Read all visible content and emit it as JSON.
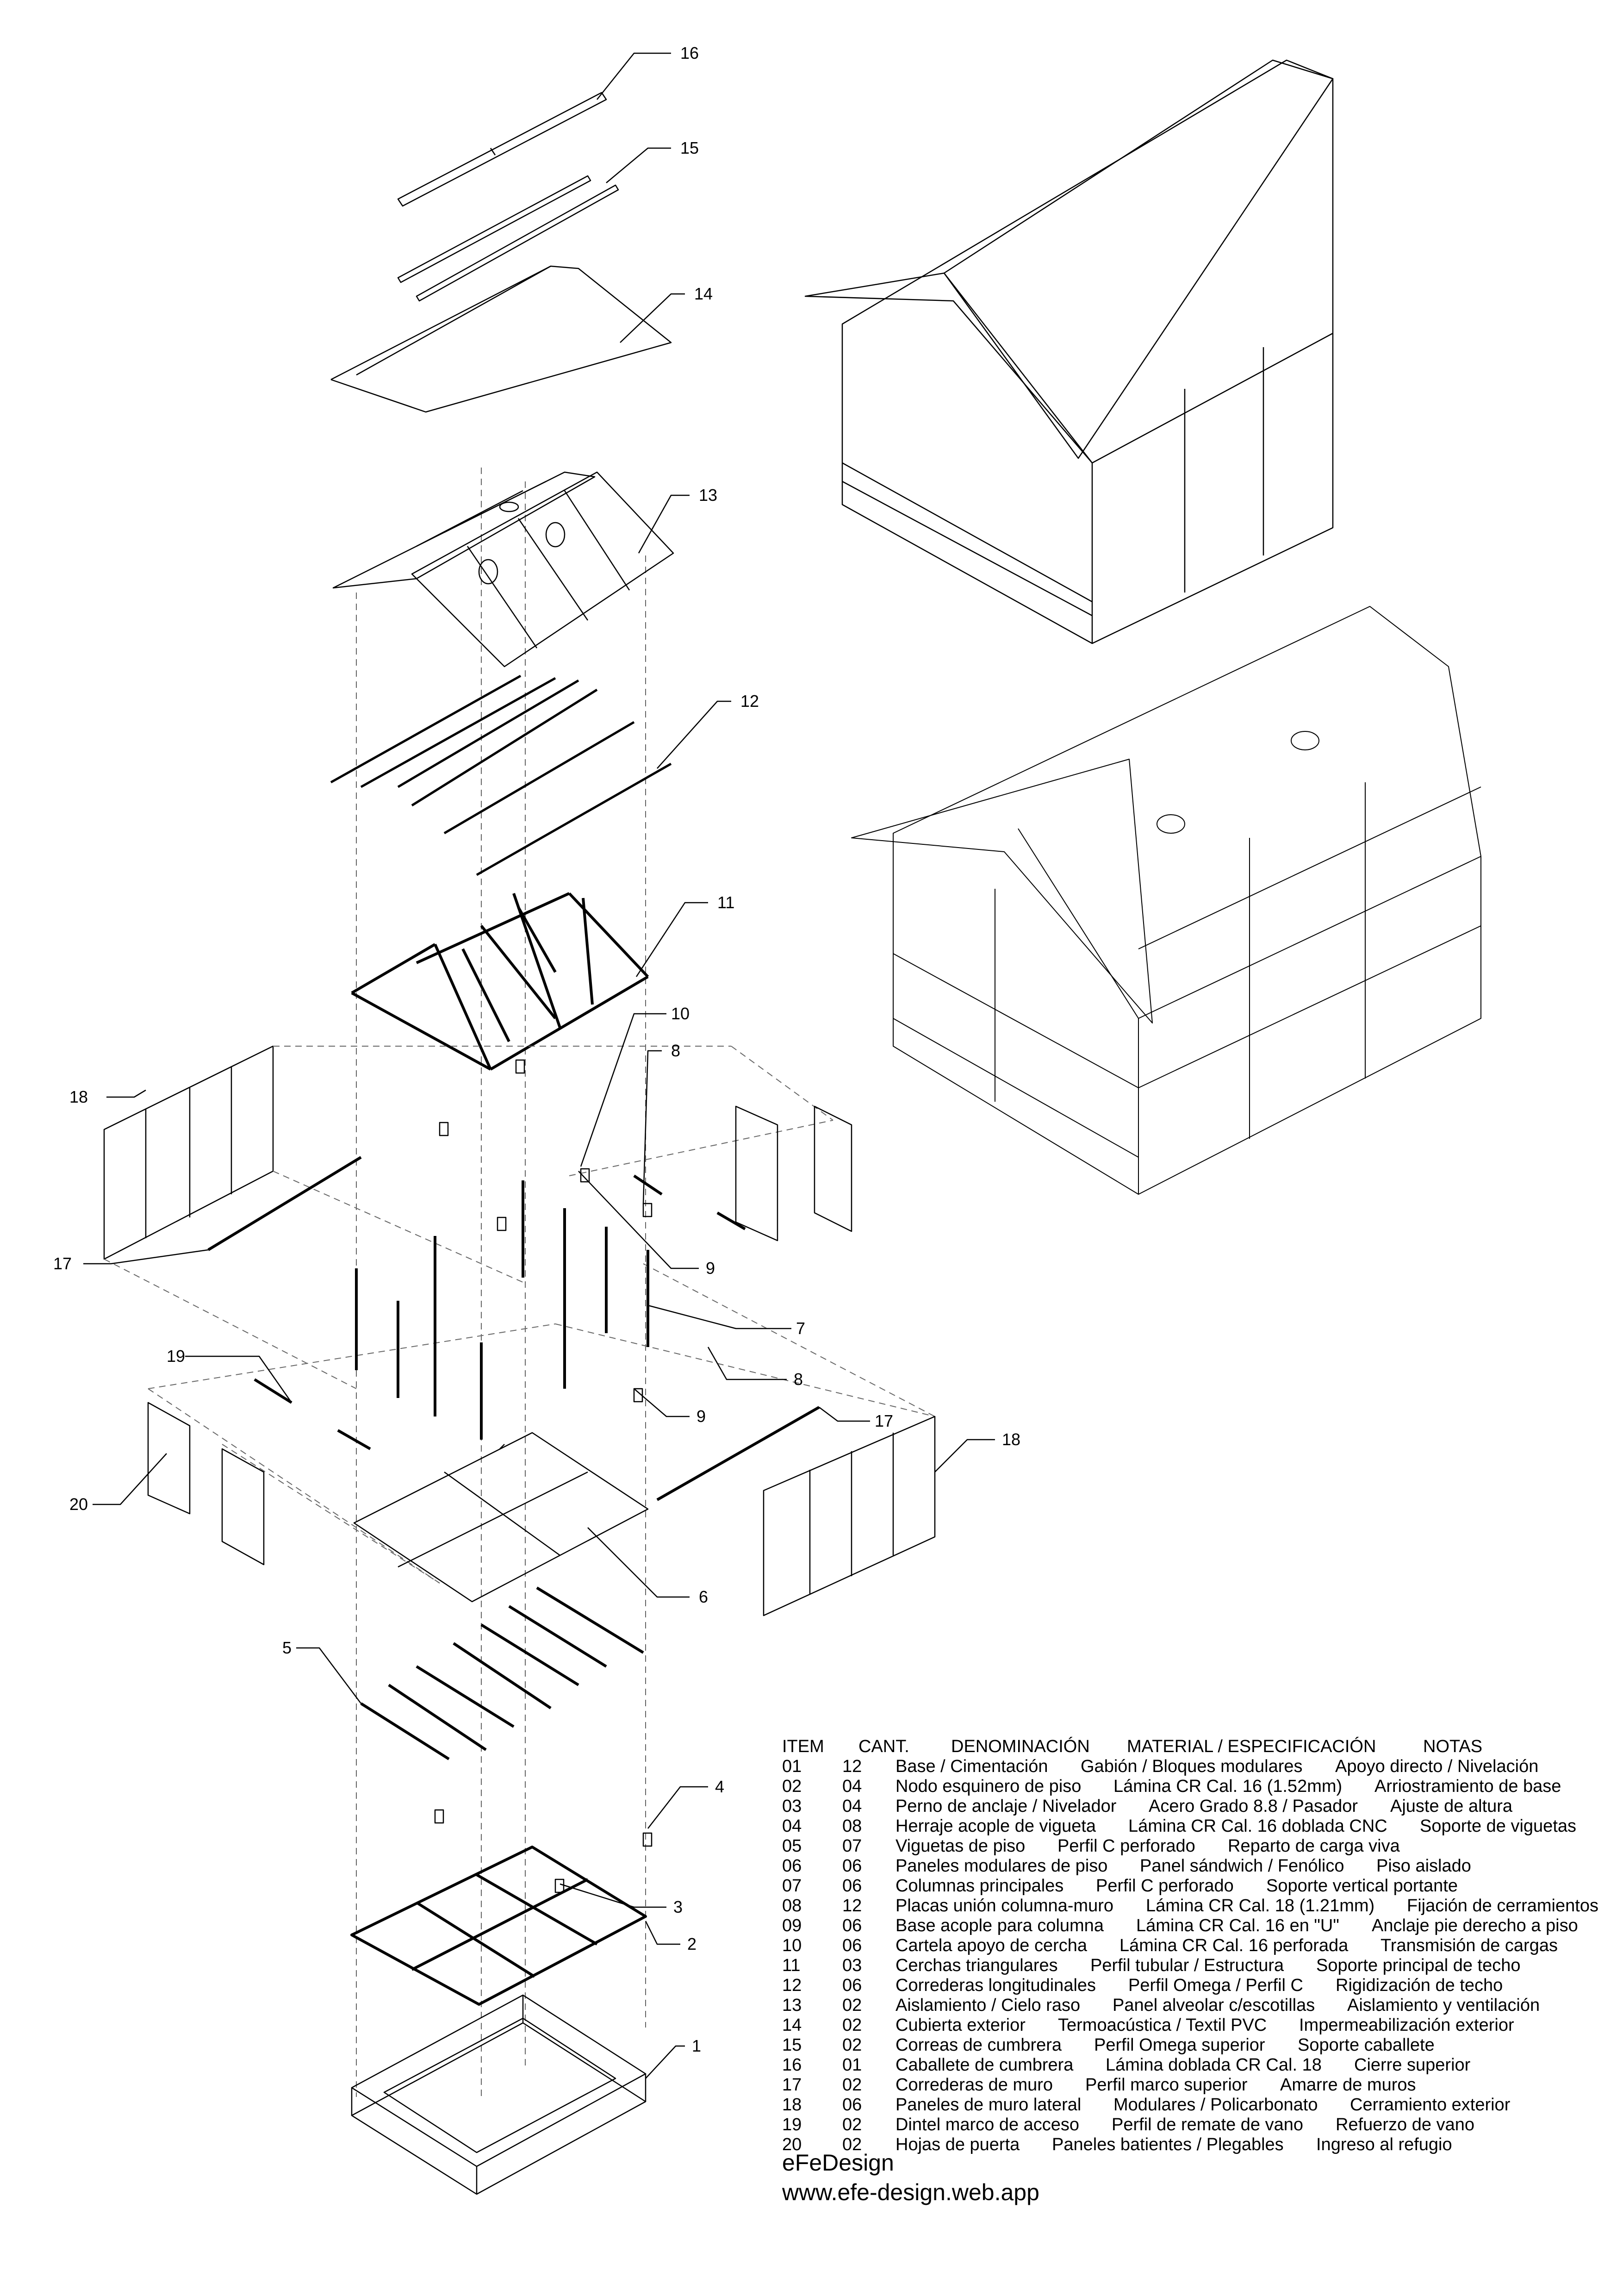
{
  "callouts": [
    {
      "num": "16",
      "id": "caballete"
    },
    {
      "num": "15",
      "id": "correas"
    },
    {
      "num": "14",
      "id": "cubierta"
    },
    {
      "num": "13",
      "id": "aislamiento"
    },
    {
      "num": "12",
      "id": "correderas-long"
    },
    {
      "num": "11",
      "id": "cerchas"
    },
    {
      "num": "10",
      "id": "cartela"
    },
    {
      "num": "8",
      "id": "placas-top"
    },
    {
      "num": "18",
      "id": "paneles-left"
    },
    {
      "num": "17",
      "id": "correderas-left"
    },
    {
      "num": "9",
      "id": "base-top"
    },
    {
      "num": "7",
      "id": "columnas"
    },
    {
      "num": "8",
      "id": "placas-mid"
    },
    {
      "num": "19",
      "id": "dintel"
    },
    {
      "num": "9",
      "id": "base-mid"
    },
    {
      "num": "17",
      "id": "correderas-right"
    },
    {
      "num": "18",
      "id": "paneles-right"
    },
    {
      "num": "20",
      "id": "hojas"
    },
    {
      "num": "6",
      "id": "paneles-piso"
    },
    {
      "num": "5",
      "id": "viguetas"
    },
    {
      "num": "4",
      "id": "herraje"
    },
    {
      "num": "3",
      "id": "perno"
    },
    {
      "num": "2",
      "id": "nodo"
    },
    {
      "num": "1",
      "id": "base"
    }
  ],
  "bom": {
    "headers": {
      "item": "ITEM",
      "qty": "CANT.",
      "name": "DENOMINACIÓN",
      "material": "MATERIAL / ESPECIFICACIÓN",
      "notes": "NOTAS"
    },
    "rows": [
      {
        "item": "01",
        "qty": "12",
        "name": "Base / Cimentación",
        "material": "Gabión / Bloques modulares",
        "notes": "Apoyo directo / Nivelación"
      },
      {
        "item": "02",
        "qty": "04",
        "name": "Nodo esquinero de piso",
        "material": "Lámina CR Cal. 16 (1.52mm)",
        "notes": "Arriostramiento de base"
      },
      {
        "item": "03",
        "qty": "04",
        "name": "Perno de anclaje / Nivelador",
        "material": "Acero Grado 8.8 / Pasador",
        "notes": "Ajuste de altura"
      },
      {
        "item": "04",
        "qty": "08",
        "name": "Herraje acople de vigueta",
        "material": "Lámina CR Cal. 16 doblada CNC",
        "notes": "Soporte de viguetas"
      },
      {
        "item": "05",
        "qty": "07",
        "name": "Viguetas de piso",
        "material": "Perfil C perforado",
        "notes": "Reparto de carga viva"
      },
      {
        "item": "06",
        "qty": "06",
        "name": "Paneles modulares de piso",
        "material": "Panel sándwich / Fenólico",
        "notes": "Piso aislado"
      },
      {
        "item": "07",
        "qty": "06",
        "name": "Columnas principales",
        "material": "Perfil C perforado",
        "notes": "Soporte vertical portante"
      },
      {
        "item": "08",
        "qty": "12",
        "name": "Placas unión columna-muro",
        "material": "Lámina CR Cal. 18 (1.21mm)",
        "notes": "Fijación de cerramientos"
      },
      {
        "item": "09",
        "qty": "06",
        "name": "Base acople para columna",
        "material": "Lámina CR Cal. 16 en \"U\"",
        "notes": "Anclaje pie derecho a piso"
      },
      {
        "item": "10",
        "qty": "06",
        "name": "Cartela apoyo de cercha",
        "material": "Lámina CR Cal. 16 perforada",
        "notes": "Transmisión de cargas"
      },
      {
        "item": "11",
        "qty": "03",
        "name": "Cerchas triangulares",
        "material": "Perfil tubular / Estructura",
        "notes": "Soporte principal de techo"
      },
      {
        "item": "12",
        "qty": "06",
        "name": "Correderas longitudinales",
        "material": "Perfil Omega / Perfil C",
        "notes": "Rigidización de techo"
      },
      {
        "item": "13",
        "qty": "02",
        "name": "Aislamiento / Cielo raso",
        "material": "Panel alveolar c/escotillas",
        "notes": "Aislamiento y ventilación"
      },
      {
        "item": "14",
        "qty": "02",
        "name": "Cubierta exterior",
        "material": "Termoacústica / Textil PVC",
        "notes": "Impermeabilización exterior"
      },
      {
        "item": "15",
        "qty": "02",
        "name": "Correas de cumbrera",
        "material": "Perfil Omega superior",
        "notes": "Soporte caballete"
      },
      {
        "item": "16",
        "qty": "01",
        "name": "Caballete de cumbrera",
        "material": "Lámina doblada CR Cal. 18",
        "notes": "Cierre superior"
      },
      {
        "item": "17",
        "qty": "02",
        "name": "Correderas de muro",
        "material": "Perfil marco superior",
        "notes": "Amarre de muros"
      },
      {
        "item": "18",
        "qty": "06",
        "name": "Paneles de muro lateral",
        "material": "Modulares / Policarbonato",
        "notes": "Cerramiento exterior"
      },
      {
        "item": "19",
        "qty": "02",
        "name": "Dintel marco de acceso",
        "material": "Perfil de remate de vano",
        "notes": "Refuerzo de vano"
      },
      {
        "item": "20",
        "qty": "02",
        "name": "Hojas de puerta",
        "material": "Paneles batientes / Plegables",
        "notes": "Ingreso al refugio"
      }
    ]
  },
  "brand": {
    "name": "eFeDesign",
    "url": "www.efe-design.web.app"
  }
}
